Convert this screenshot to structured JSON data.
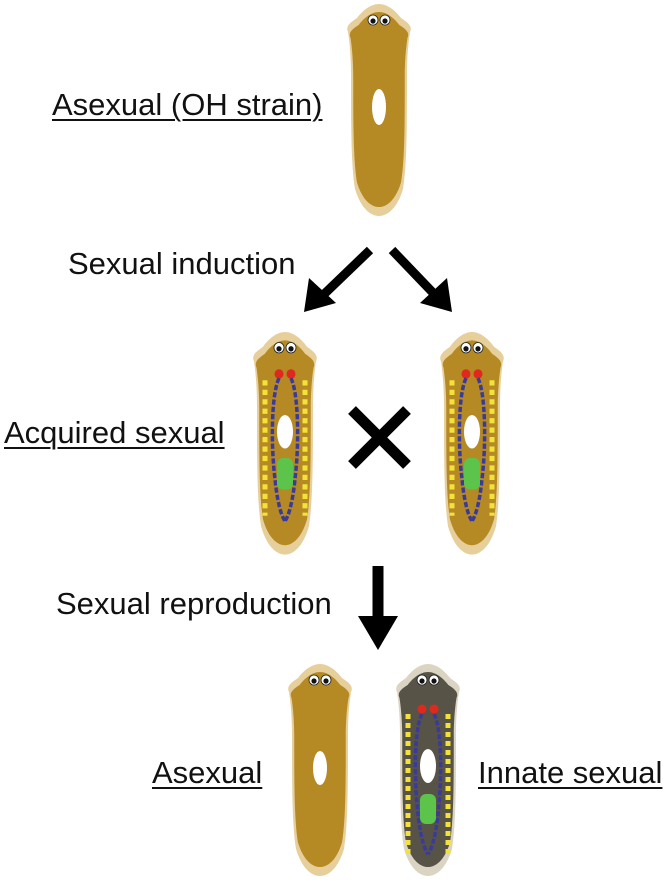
{
  "labels": {
    "asexual_strain": "Asexual (OH strain)",
    "sexual_induction": "Sexual induction",
    "acquired_sexual": "Acquired sexual",
    "sexual_reproduction": "Sexual reproduction",
    "asexual": "Asexual",
    "innate_sexual": "Innate sexual"
  },
  "colors": {
    "worm_body": "#b58a25",
    "worm_rim": "#e7cf9c",
    "worm_dark": "#575347",
    "pharynx": "#ffffff",
    "ovary": "#e0291e",
    "testes": "#f2e23a",
    "ducts": "#3a3a9a",
    "copulatory": "#5cc44a",
    "arrow": "#000000"
  },
  "icons": [
    "down-left-arrow",
    "down-right-arrow",
    "cross-symbol",
    "down-arrow"
  ]
}
